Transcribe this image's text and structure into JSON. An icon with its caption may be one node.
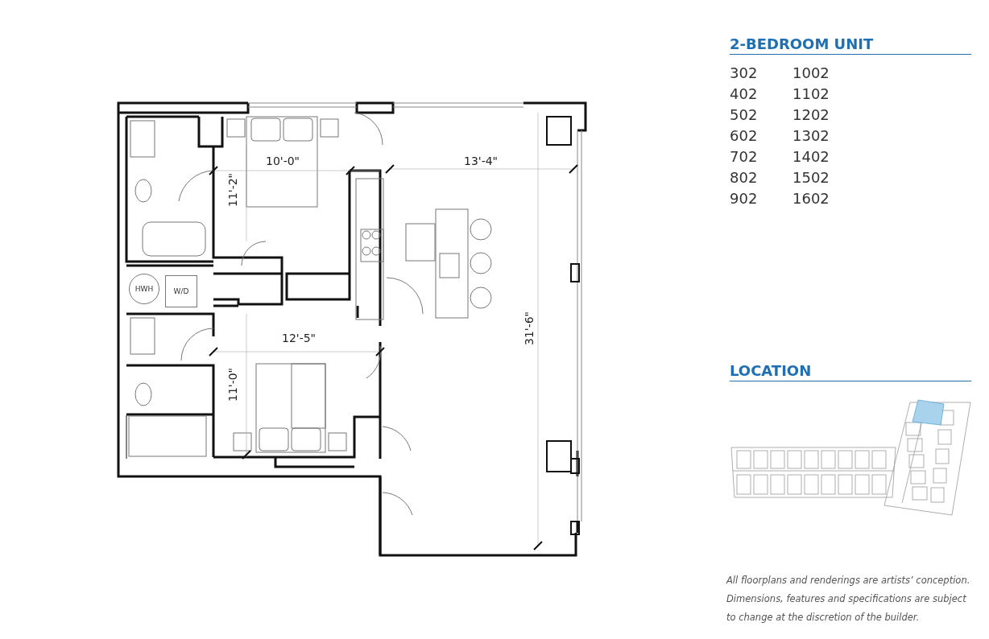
{
  "diagram": {
    "title": "2-BEDROOM UNIT",
    "caption": "All floorplans and renderings are artists’ conception. Dimensions, features and specifications are subject to change at the discretion of the builder.",
    "nodes": [
      {
        "text": [
          "HWH"
        ]
      },
      {
        "text": [
          "W/D"
        ]
      }
    ],
    "labels": [
      "10'-0\"",
      "13'-4\"",
      "11'-2\"",
      "12'-5\"",
      "31'-6\"",
      "11'-0\"",
      "302",
      "1002",
      "402",
      "1102",
      "502",
      "1202",
      "602",
      "1302",
      "702",
      "1402",
      "802",
      "1502",
      "902",
      "1602",
      "LOCATION"
    ]
  }
}
